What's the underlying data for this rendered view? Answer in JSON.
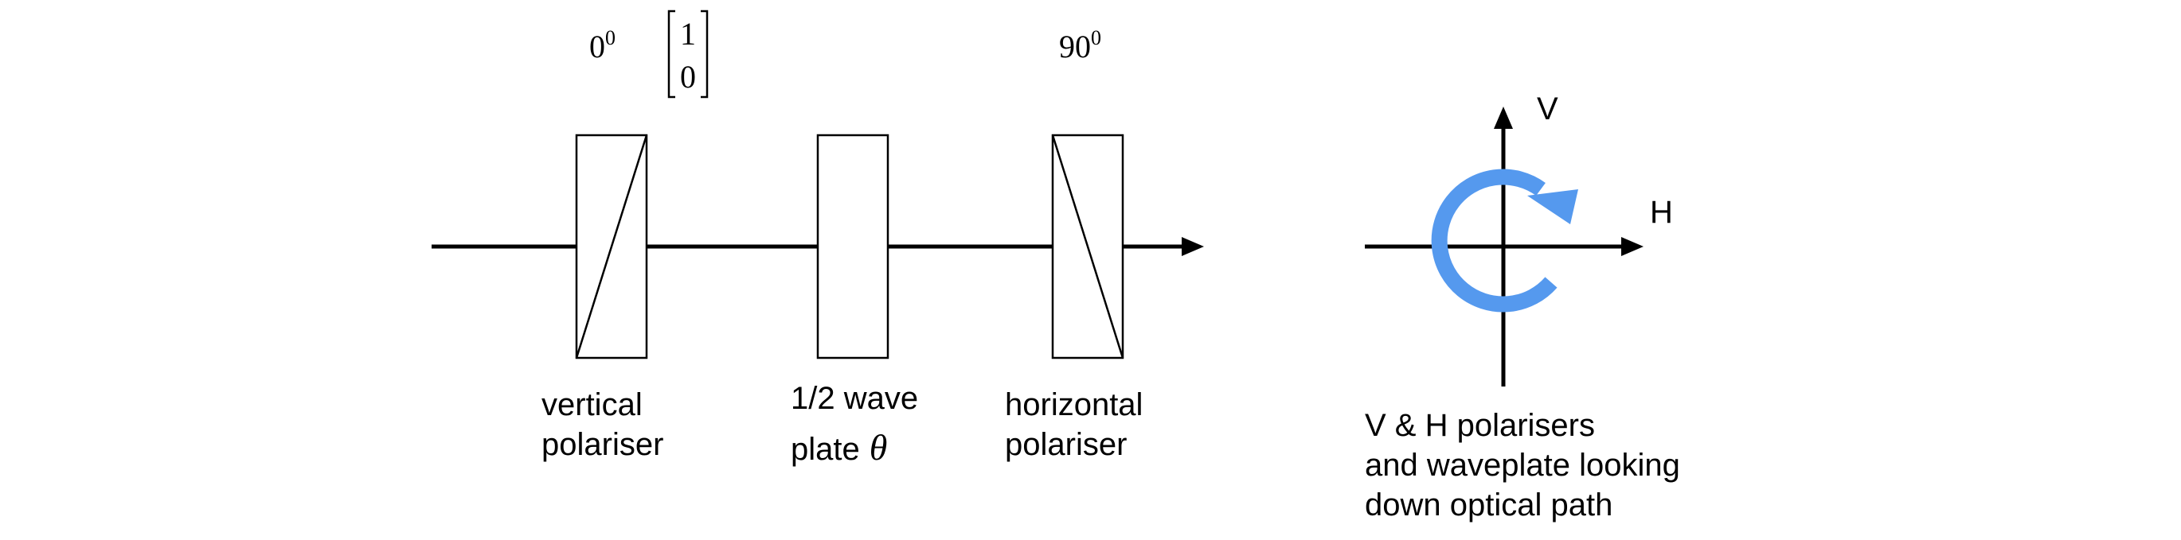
{
  "left_diagram": {
    "input_angle": "0",
    "input_angle_sup": "0",
    "jones_top": "1",
    "jones_bottom": "0",
    "output_angle": "90",
    "output_angle_sup": "0",
    "vertical_polariser": {
      "line1": "vertical",
      "line2": "polariser"
    },
    "wave_plate": {
      "line1": "1/2 wave",
      "line2": "plate",
      "symbol": "θ"
    },
    "horizontal_polariser": {
      "line1": "horizontal",
      "line2": "polariser"
    }
  },
  "right_diagram": {
    "axis_v": "V",
    "axis_h": "H",
    "caption_line1": "V & H polarisers",
    "caption_line2": "and waveplate looking",
    "caption_line3": "down optical path"
  },
  "colors": {
    "stroke": "#000000",
    "rotation_arrow": "#5599ee"
  }
}
